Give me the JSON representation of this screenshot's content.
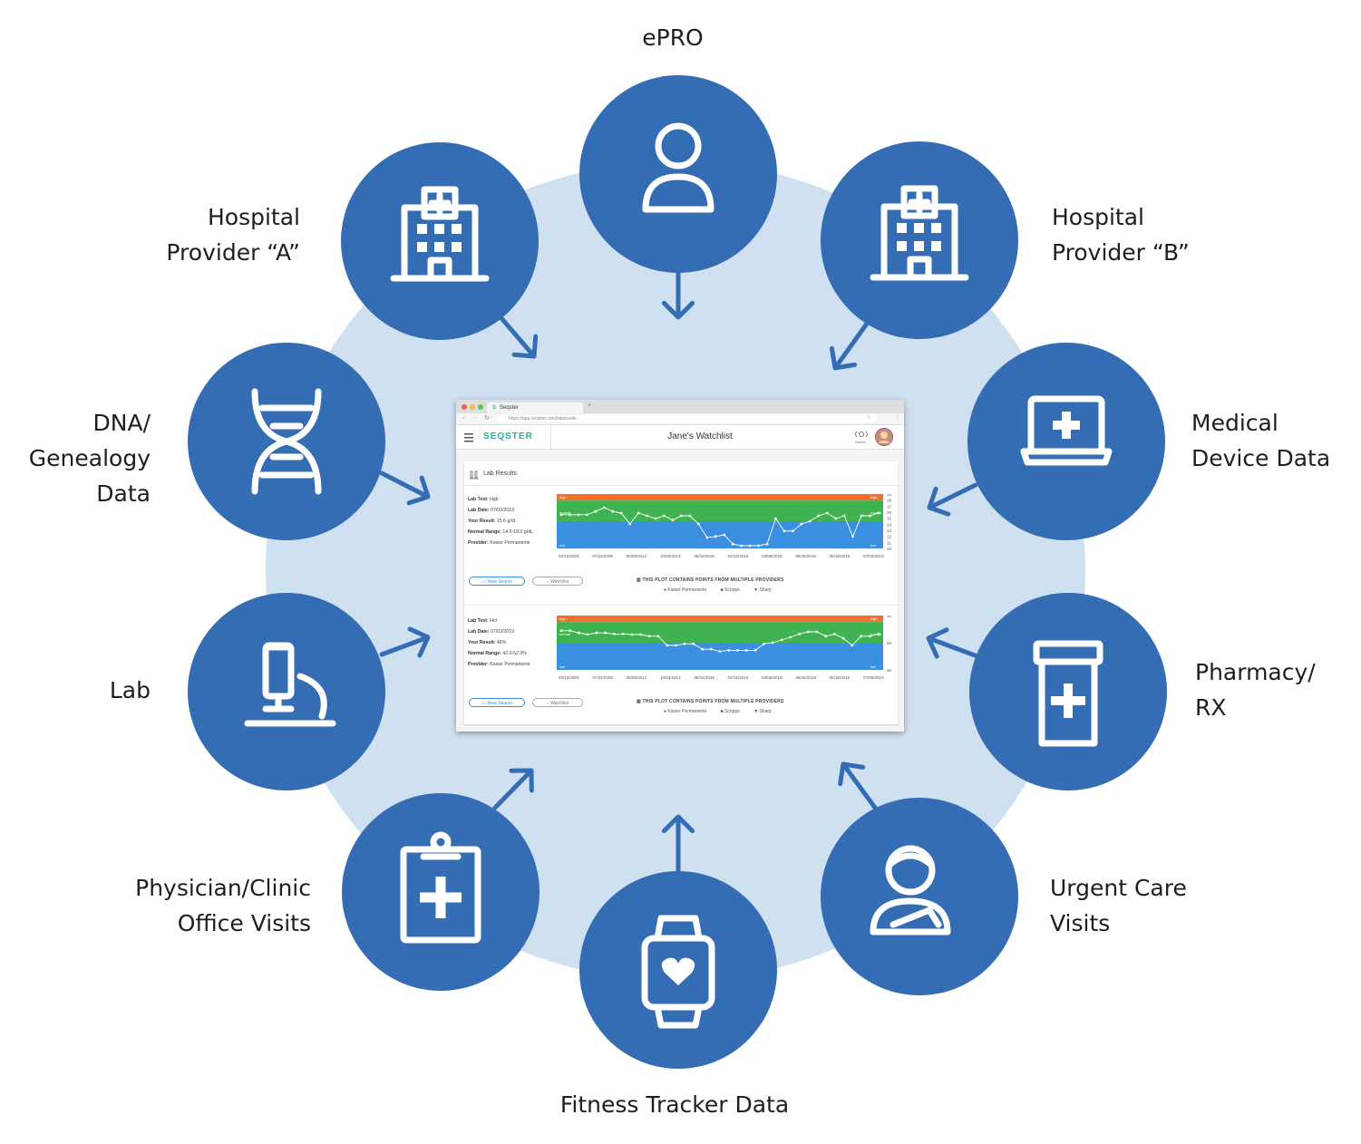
{
  "colors": {
    "node": "#346db3",
    "hub": "#cfe0f0",
    "arrow": "#346db3",
    "icon": "#ffffff"
  },
  "sources": [
    {
      "id": "epro",
      "icon": "person-icon",
      "label": [
        "ePRO"
      ]
    },
    {
      "id": "hospital-b",
      "icon": "hospital-icon",
      "label": [
        "Hospital",
        "Provider “B”"
      ]
    },
    {
      "id": "medical-device",
      "icon": "laptop-medical-icon",
      "label": [
        "Medical",
        "Device Data"
      ]
    },
    {
      "id": "pharmacy",
      "icon": "pill-bottle-icon",
      "label": [
        "Pharmacy/",
        "RX"
      ]
    },
    {
      "id": "urgent-care",
      "icon": "patient-icon",
      "label": [
        "Urgent Care",
        "Visits"
      ]
    },
    {
      "id": "fitness",
      "icon": "smartwatch-heart-icon",
      "label": [
        "Fitness Tracker Data"
      ]
    },
    {
      "id": "physician",
      "icon": "clipboard-medical-icon",
      "label": [
        "Physician/Clinic",
        "Office Visits"
      ]
    },
    {
      "id": "lab",
      "icon": "microscope-icon",
      "label": [
        "Lab"
      ]
    },
    {
      "id": "dna",
      "icon": "dna-icon",
      "label": [
        "DNA/",
        "Genealogy",
        "Data"
      ]
    },
    {
      "id": "hospital-a",
      "icon": "hospital-icon",
      "label": [
        "Hospital",
        "Provider “A”"
      ]
    }
  ],
  "app": {
    "tab_title": "Seqster",
    "url": "https://app.seqster.com/labresults",
    "logo": "SEQSTER",
    "page_title": "Jane's Watchlist",
    "section_title": "Lab Results",
    "switch_label": "Switch",
    "cards": [
      {
        "lab_test_label": "Lab Test:",
        "lab_test": "Hgb",
        "lab_date_label": "Lab Date:",
        "lab_date": "07/02/2019",
        "result_label": "Your Result:",
        "result": "15.6 g/dL",
        "range_label": "Normal Range:",
        "range": "14.0-18.0 g/dL",
        "provider_label": "Provider:",
        "provider": "Kaiser Permanente",
        "view_source": "View Source",
        "watchlist": "Watchlist",
        "note": "THIS PLOT CONTAINS POINTS FROM MULTIPLE PROVIDERS",
        "legend": [
          "Kaiser Permanente",
          "Scripps",
          "Sharp"
        ],
        "band_labels": [
          "high",
          "normal",
          "low"
        ],
        "y_ticks": [
          "19",
          "18",
          "17",
          "16",
          "15",
          "14",
          "13",
          "12",
          "11",
          "10"
        ],
        "x_ticks": [
          "02/15/2003",
          "07/24/2008",
          "05/09/2012",
          "10/03/2013",
          "06/18/2016",
          "02/15/2018",
          "03/05/2018",
          "08/28/2018",
          "06/15/2019",
          "07/02/2019"
        ],
        "points": [
          0.62,
          0.62,
          0.62,
          0.62,
          0.68,
          0.75,
          0.68,
          0.65,
          0.45,
          0.65,
          0.6,
          0.55,
          0.6,
          0.52,
          0.6,
          0.6,
          0.45,
          0.2,
          0.22,
          0.25,
          0.08,
          0.05,
          0.05,
          0.05,
          0.08,
          0.55,
          0.32,
          0.32,
          0.45,
          0.5,
          0.6,
          0.65,
          0.55,
          0.6,
          0.22,
          0.6,
          0.6,
          0.65
        ]
      },
      {
        "lab_test_label": "Lab Test:",
        "lab_test": "Hct",
        "lab_date_label": "Lab Date:",
        "lab_date": "07/02/2019",
        "result_label": "Your Result:",
        "result": "46%",
        "range_label": "Normal Range:",
        "range": "42.0-52.0%",
        "provider_label": "Provider:",
        "provider": "Kaiser Permanente",
        "view_source": "View Source",
        "watchlist": "Watchlist",
        "note": "THIS PLOT CONTAINS POINTS FROM MULTIPLE PROVIDERS",
        "legend": [
          "Kaiser Permanente",
          "Scripps",
          "Sharp"
        ],
        "band_labels": [
          "high",
          "normal",
          "low"
        ],
        "y_ticks": [
          "50",
          "40",
          "30"
        ],
        "x_ticks": [
          "02/15/2003",
          "07/24/2008",
          "05/09/2012",
          "10/03/2013",
          "06/18/2016",
          "02/15/2018",
          "03/05/2018",
          "08/28/2018",
          "06/15/2019",
          "07/02/2019"
        ],
        "points": [
          0.72,
          0.72,
          0.68,
          0.65,
          0.68,
          0.68,
          0.66,
          0.66,
          0.65,
          0.65,
          0.62,
          0.62,
          0.45,
          0.45,
          0.48,
          0.48,
          0.38,
          0.38,
          0.34,
          0.36,
          0.36,
          0.36,
          0.36,
          0.48,
          0.5,
          0.55,
          0.6,
          0.66,
          0.7,
          0.7,
          0.62,
          0.66,
          0.58,
          0.45,
          0.62,
          0.62,
          0.66
        ]
      }
    ]
  }
}
